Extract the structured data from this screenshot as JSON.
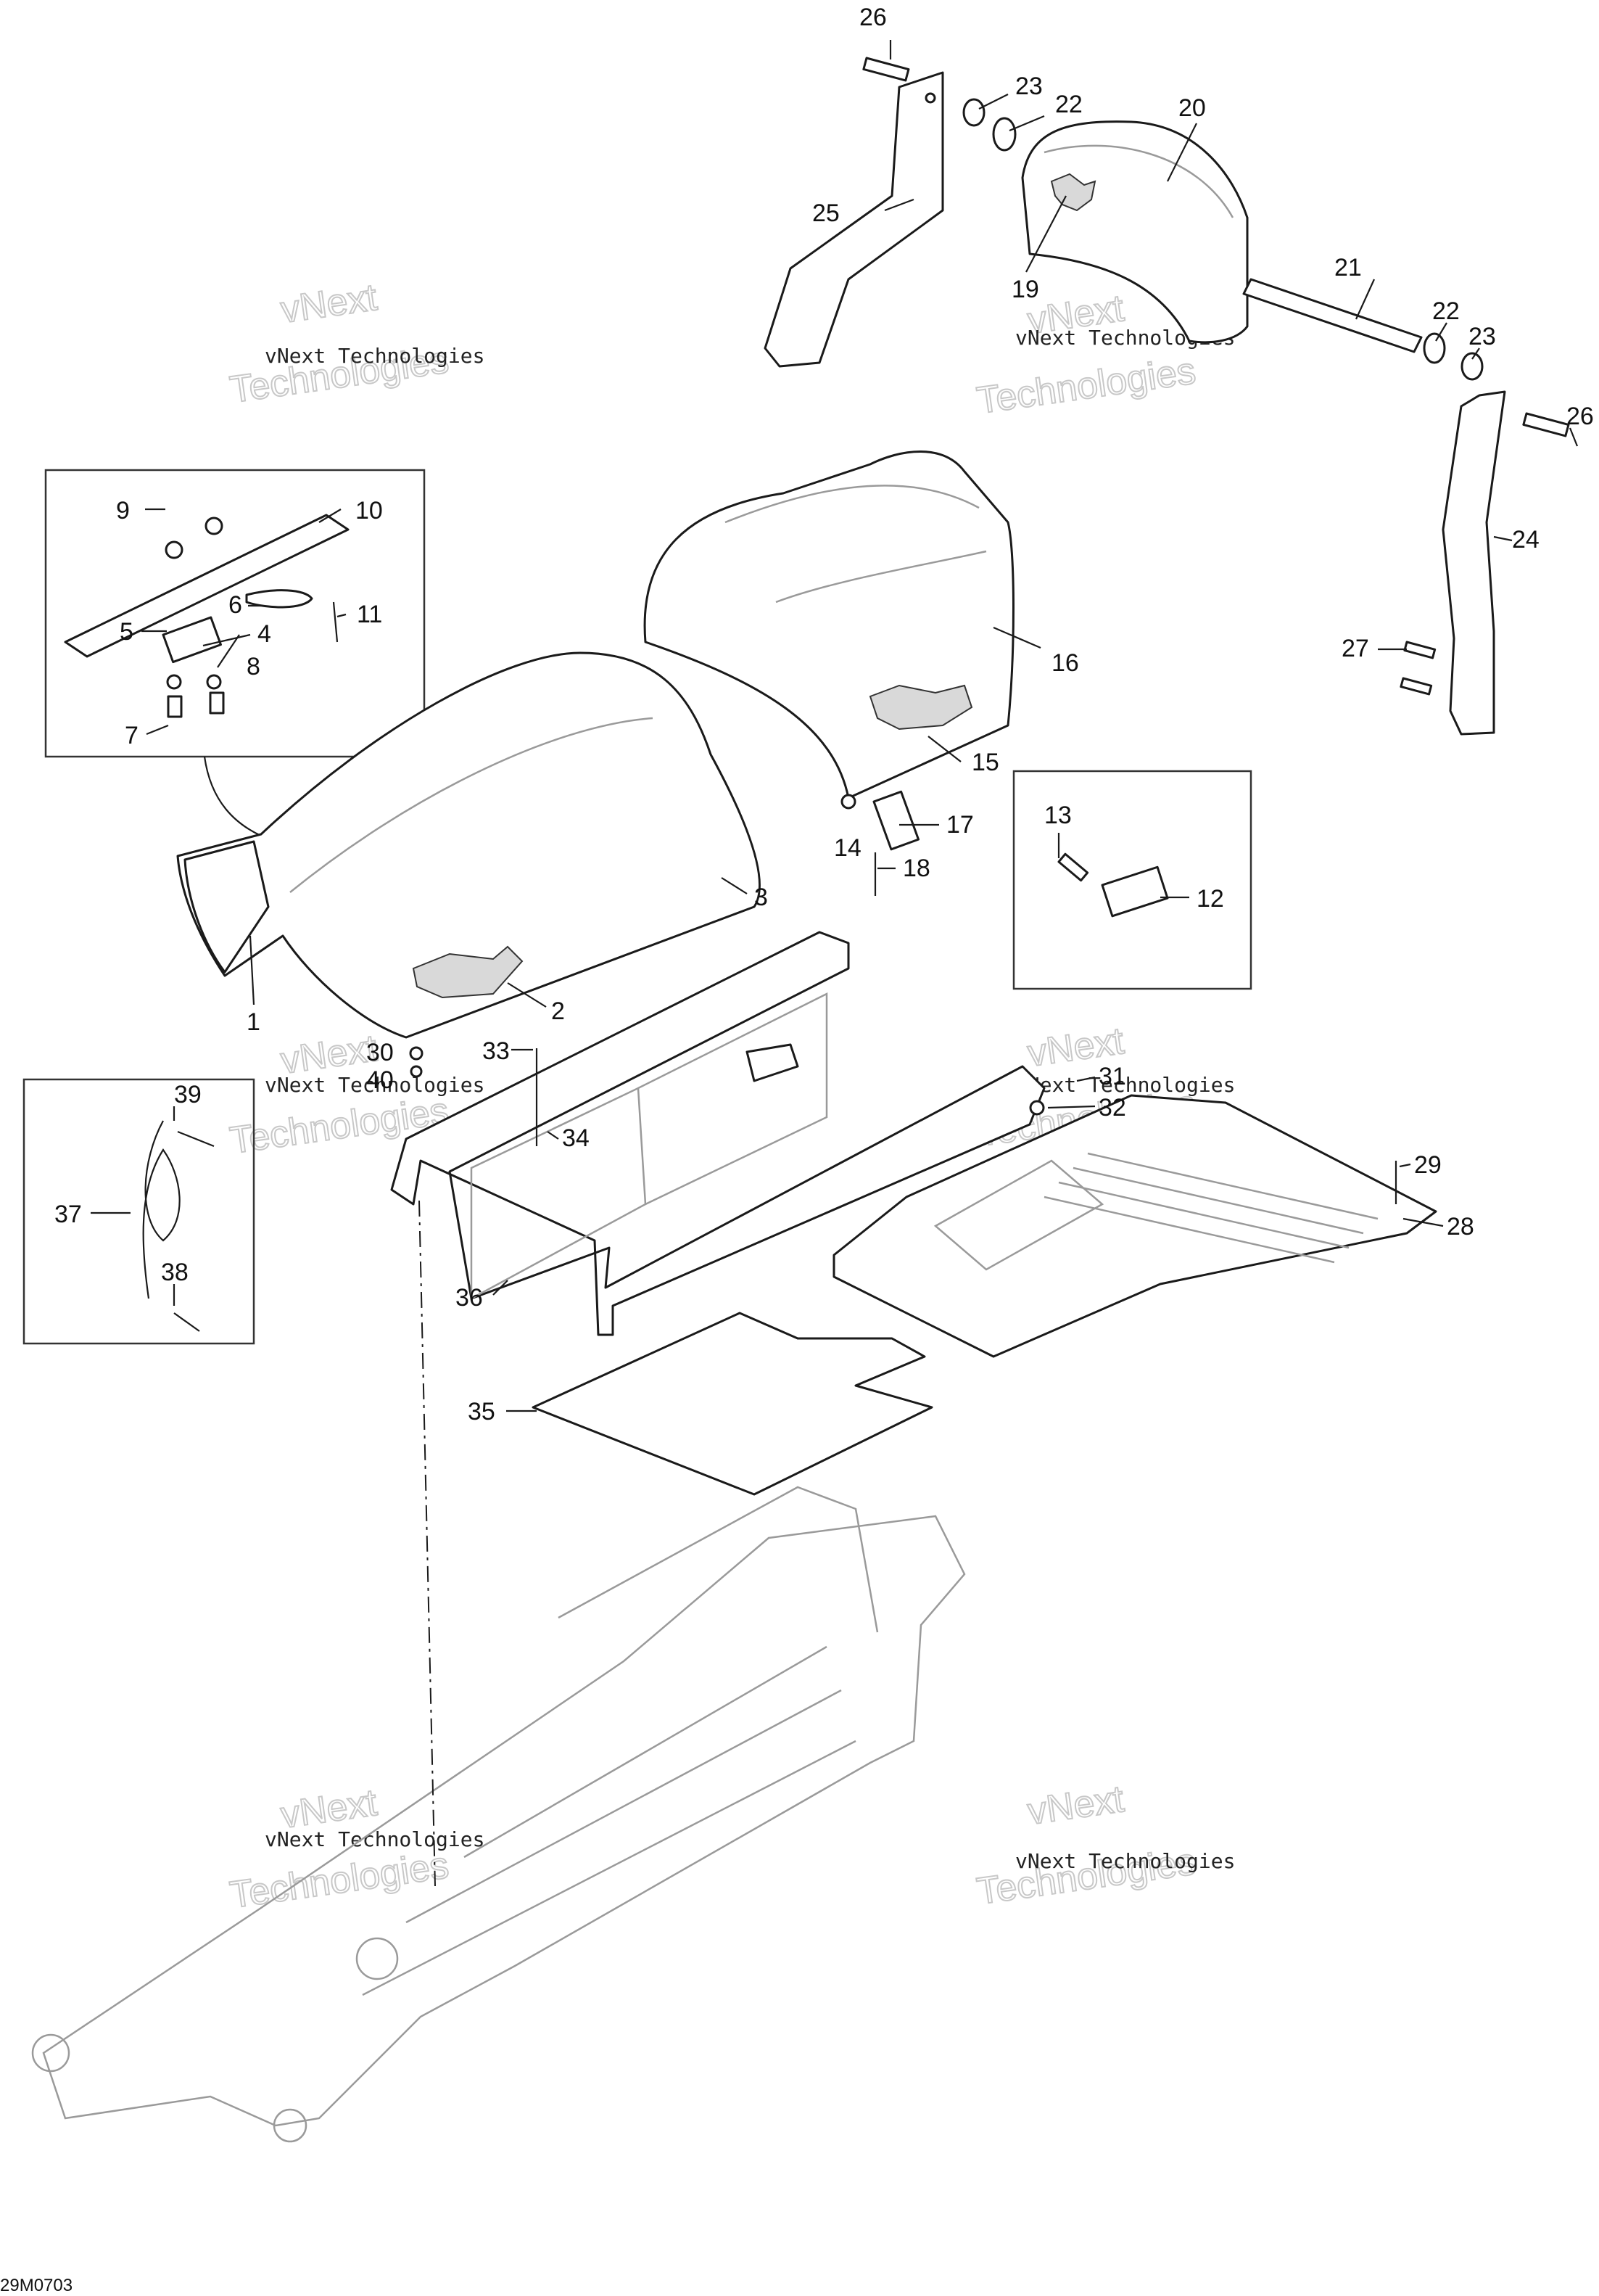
{
  "diagram_code": "29M0703",
  "watermark": {
    "line_small": "vNext Technologies",
    "line_big_top": "vNext",
    "line_big_bottom": "Technologies"
  },
  "callouts": {
    "c1": "1",
    "c2": "2",
    "c3": "3",
    "c4": "4",
    "c5": "5",
    "c6": "6",
    "c7": "7",
    "c8": "8",
    "c9": "9",
    "c10": "10",
    "c11": "11",
    "c12": "12",
    "c13": "13",
    "c14": "14",
    "c15": "15",
    "c16": "16",
    "c17": "17",
    "c18": "18",
    "c19": "19",
    "c20": "20",
    "c21": "21",
    "c22a": "22",
    "c22b": "22",
    "c23a": "23",
    "c23b": "23",
    "c24": "24",
    "c25": "25",
    "c26a": "26",
    "c26b": "26",
    "c27": "27",
    "c28": "28",
    "c29": "29",
    "c30": "30",
    "c31": "31",
    "c32": "32",
    "c33": "33",
    "c34": "34",
    "c35": "35",
    "c36": "36",
    "c37": "37",
    "c38": "38",
    "c39": "39",
    "c40": "40"
  }
}
